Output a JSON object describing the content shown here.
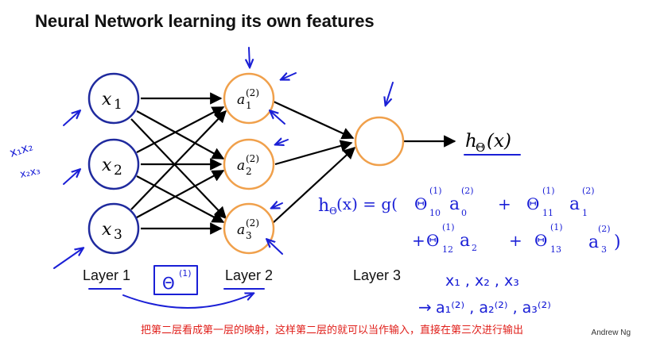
{
  "title": "Neural Network learning its own features",
  "network": {
    "input_nodes": [
      {
        "symbol": "x",
        "sub": "1"
      },
      {
        "symbol": "x",
        "sub": "2"
      },
      {
        "symbol": "x",
        "sub": "3"
      }
    ],
    "hidden_nodes": [
      {
        "symbol": "a",
        "sub": "1",
        "sup": "(2)"
      },
      {
        "symbol": "a",
        "sub": "2",
        "sup": "(2)"
      },
      {
        "symbol": "a",
        "sub": "3",
        "sup": "(2)"
      }
    ],
    "output": {
      "h": "h",
      "theta": "Θ",
      "arg": "(x)"
    }
  },
  "layers": [
    "Layer 1",
    "Layer 2",
    "Layer 3"
  ],
  "annotations": {
    "input_note_1": "x₁x₂",
    "input_note_2": "x₂x₃",
    "formula_lhs": "h",
    "formula_lhs_sub": "Θ",
    "formula_lhs_arg": "(x) = g(",
    "formula_term1": "Θ",
    "formula_term1_sup": "(1)",
    "formula_term1_sub": "10",
    "formula_term1_a": "a",
    "formula_term1_a_sup": "(2)",
    "formula_term1_a_sub": "0",
    "formula_plus1": "+",
    "formula_term2": "Θ",
    "formula_term2_sup": "(1)",
    "formula_term2_sub": "11",
    "formula_term2_a": "a",
    "formula_term2_a_sup": "(2)",
    "formula_term2_a_sub": "1",
    "formula_line2_plus": "+",
    "formula_term3": "Θ",
    "formula_term3_sup": "(1)",
    "formula_term3_sub": "12",
    "formula_term3_a": "a",
    "formula_term3_a_sub": "2",
    "formula_plus2": "+",
    "formula_term4": "Θ",
    "formula_term4_sup": "(1)",
    "formula_term4_sub": "13",
    "formula_term4_a": "a",
    "formula_term4_a_sup": "(2)",
    "formula_term4_a_sub": "3",
    "formula_close": ")",
    "box_theta": "Θ",
    "box_theta_sup": "(1)",
    "map_from": "x₁ , x₂ , x₃",
    "map_to_arrow": "→",
    "map_to": "a₁⁽²⁾ , a₂⁽²⁾ , a₃⁽²⁾"
  },
  "subtitle": "把第二层看成第一层的映射，这样第二层的就可以当作输入，直接在第三次进行输出",
  "credit": "Andrew Ng",
  "colors": {
    "input_node": "#1f2a9e",
    "hidden_node": "#f0a04b",
    "ink": "#1a1fd6",
    "subtitle": "#e0201b"
  }
}
